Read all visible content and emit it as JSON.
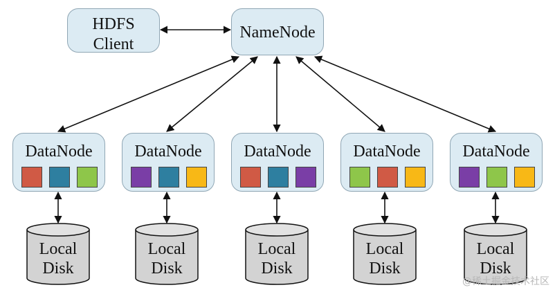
{
  "client": {
    "line1": "HDFS",
    "line2": "Client"
  },
  "namenode": {
    "label": "NameNode"
  },
  "colors": {
    "red": "#d05a45",
    "blue": "#2e7fa0",
    "green": "#8ec64a",
    "purple": "#7a3ea6",
    "yellow": "#f8b816"
  },
  "datanodes": [
    {
      "label": "DataNode",
      "blocks": [
        "red",
        "blue",
        "green"
      ],
      "disk": {
        "line1": "Local",
        "line2": "Disk"
      }
    },
    {
      "label": "DataNode",
      "blocks": [
        "purple",
        "blue",
        "yellow"
      ],
      "disk": {
        "line1": "Local",
        "line2": "Disk"
      }
    },
    {
      "label": "DataNode",
      "blocks": [
        "red",
        "blue",
        "purple"
      ],
      "disk": {
        "line1": "Local",
        "line2": "Disk"
      }
    },
    {
      "label": "DataNode",
      "blocks": [
        "green",
        "red",
        "yellow"
      ],
      "disk": {
        "line1": "Local",
        "line2": "Disk"
      }
    },
    {
      "label": "DataNode",
      "blocks": [
        "purple",
        "green",
        "yellow"
      ],
      "disk": {
        "line1": "Local",
        "line2": "Disk"
      }
    }
  ],
  "watermark": "@稀土掘金技术社区"
}
